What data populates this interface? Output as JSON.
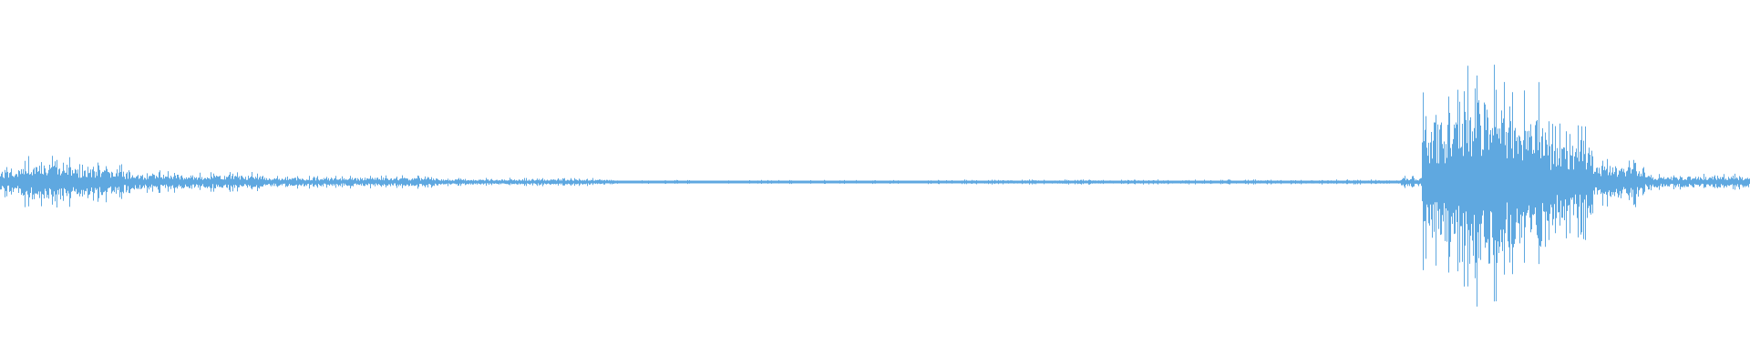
{
  "waveform": {
    "color": "#5FA8E0",
    "background": "#ffffff",
    "duration_fraction_segments": [
      {
        "start": 0.0,
        "end": 0.01,
        "amplitude": 0.1
      },
      {
        "start": 0.01,
        "end": 0.04,
        "amplitude": 0.16
      },
      {
        "start": 0.04,
        "end": 0.07,
        "amplitude": 0.12
      },
      {
        "start": 0.07,
        "end": 0.11,
        "amplitude": 0.07
      },
      {
        "start": 0.11,
        "end": 0.15,
        "amplitude": 0.06
      },
      {
        "start": 0.15,
        "end": 0.25,
        "amplitude": 0.04
      },
      {
        "start": 0.25,
        "end": 0.35,
        "amplitude": 0.025
      },
      {
        "start": 0.35,
        "end": 0.55,
        "amplitude": 0.012
      },
      {
        "start": 0.55,
        "end": 0.63,
        "amplitude": 0.015
      },
      {
        "start": 0.63,
        "end": 0.8,
        "amplitude": 0.015
      },
      {
        "start": 0.8,
        "end": 0.812,
        "amplitude": 0.04
      },
      {
        "start": 0.812,
        "end": 0.835,
        "amplitude": 0.55
      },
      {
        "start": 0.835,
        "end": 0.86,
        "amplitude": 0.75
      },
      {
        "start": 0.86,
        "end": 0.885,
        "amplitude": 0.6
      },
      {
        "start": 0.885,
        "end": 0.91,
        "amplitude": 0.35
      },
      {
        "start": 0.91,
        "end": 0.94,
        "amplitude": 0.15
      },
      {
        "start": 0.94,
        "end": 1.0,
        "amplitude": 0.05
      }
    ]
  }
}
